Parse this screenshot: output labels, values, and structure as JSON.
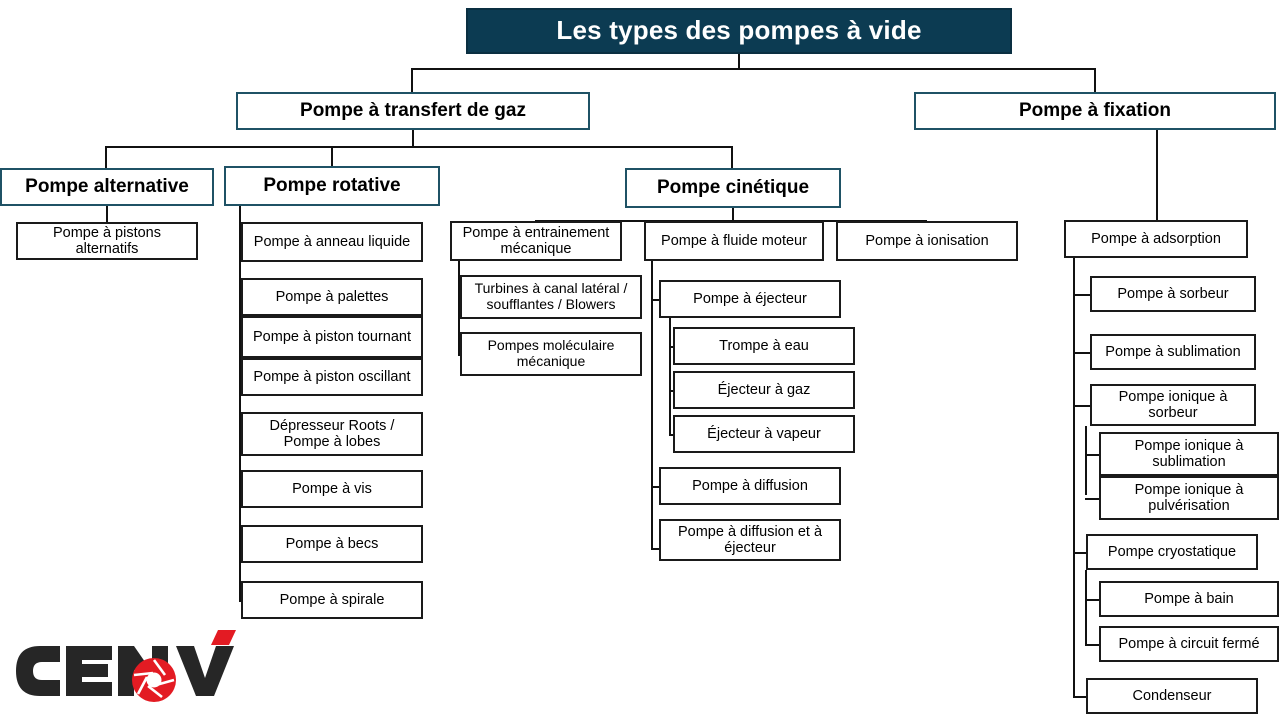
{
  "title": "Les types des pompes à vide",
  "colors": {
    "title_bg": "#0c3b52",
    "header_border": "#1f5265",
    "leaf_border": "#1a1a1a",
    "line": "#111111",
    "logo_dark": "#262626",
    "logo_red": "#e31b23"
  },
  "logo": {
    "text_part1": "CEN",
    "text_part2": "V",
    "name": "CENOV"
  },
  "level2": {
    "transfert": "Pompe à transfert de gaz",
    "fixation": "Pompe à fixation"
  },
  "level3": {
    "alternative": "Pompe alternative",
    "rotative": "Pompe rotative",
    "cinetique": "Pompe cinétique"
  },
  "alternative_children": [
    "Pompe à pistons alternatifs"
  ],
  "rotative_children": [
    "Pompe à anneau liquide",
    "Pompe à palettes",
    "Pompe à piston tournant",
    "Pompe à piston oscillant",
    "Dépresseur Roots / Pompe à lobes",
    "Pompe à vis",
    "Pompe à becs",
    "Pompe à spirale"
  ],
  "cinetique_children": [
    "Pompe à entrainement mécanique",
    "Pompe à fluide moteur",
    "Pompe à ionisation"
  ],
  "entrainement_children": [
    "Turbines à canal latéral / soufflantes / Blowers",
    "Pompes moléculaire mécanique"
  ],
  "fluide_moteur_children": [
    "Pompe à éjecteur",
    "Pompe à diffusion",
    "Pompe à diffusion et à éjecteur"
  ],
  "ejecteur_children": [
    "Trompe à eau",
    "Éjecteur à gaz",
    "Éjecteur à vapeur"
  ],
  "fixation_children": [
    "Pompe à adsorption"
  ],
  "adsorption_children": [
    "Pompe à sorbeur",
    "Pompe à sublimation",
    "Pompe ionique à sorbeur",
    "Pompe cryostatique",
    "Condenseur"
  ],
  "ionique_children": [
    "Pompe ionique à sublimation",
    "Pompe ionique à pulvérisation"
  ],
  "cryostatique_children": [
    "Pompe à bain",
    "Pompe à circuit fermé"
  ]
}
